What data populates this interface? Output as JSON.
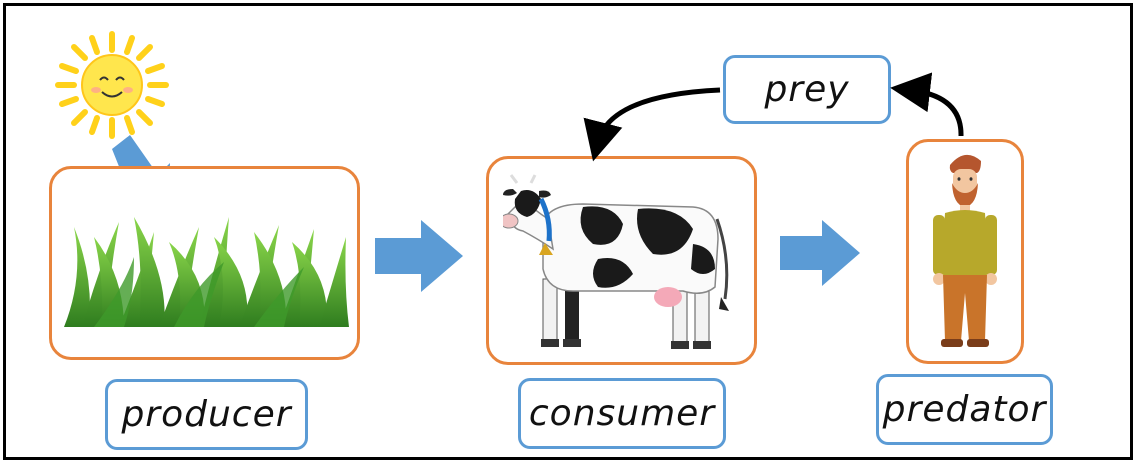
{
  "labels": {
    "producer": "producer",
    "consumer": "consumer",
    "predator": "predator",
    "prey": "prey"
  },
  "colors": {
    "box_border": "#e8843c",
    "label_border": "#5b9bd5",
    "arrow_fill": "#5b9bd5",
    "frame": "#000000"
  },
  "icons": [
    "sun-icon",
    "grass-icon",
    "cow-icon",
    "person-icon"
  ]
}
